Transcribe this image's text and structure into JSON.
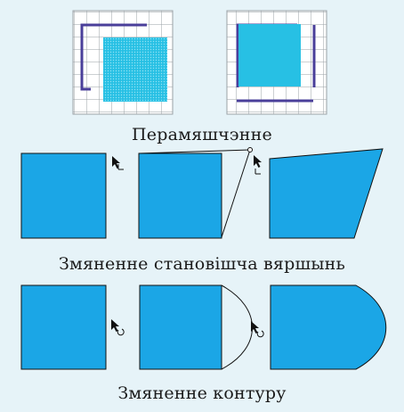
{
  "sections": {
    "move": {
      "caption": "Перамяшчэнне"
    },
    "vertex": {
      "caption": "Змяненне становішча вяршынь"
    },
    "contour": {
      "caption": "Змяненне контуру"
    }
  },
  "colors": {
    "background": "#e6f3f8",
    "shape_fill": "#1ba6e6",
    "shape_fill_light": "#2ec0e8",
    "shape_stroke": "#111111",
    "grid_line": "#9aa0a6",
    "grid_bg": "#ffffff",
    "selection_frame": "#4a3f9a"
  },
  "icons": [
    "cursor-arrow-icon",
    "resize-corner-icon",
    "node-point-icon",
    "curve-tool-icon"
  ]
}
